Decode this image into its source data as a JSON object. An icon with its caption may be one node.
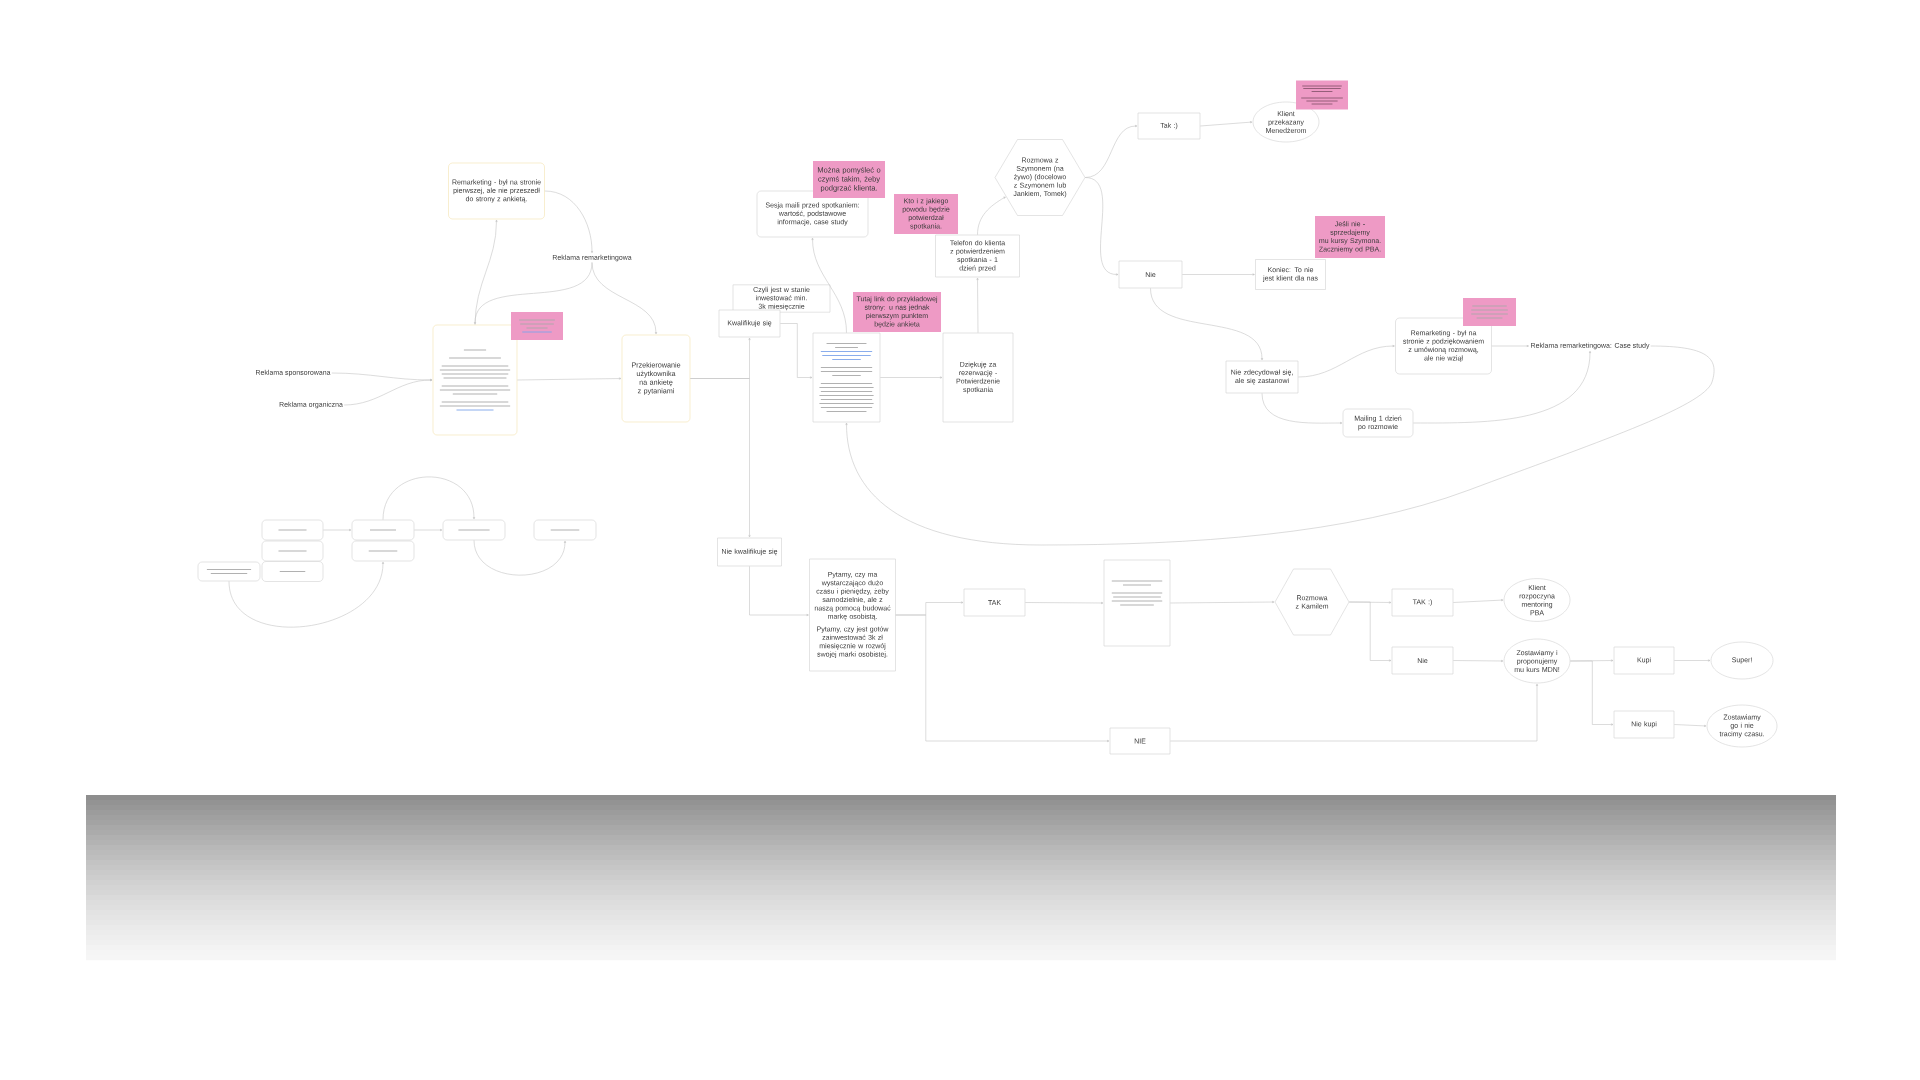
{
  "diagram": {
    "nodes": [
      {
        "text": [
          "Reklama sponsorowana"
        ]
      },
      {
        "text": [
          "Reklama organiczna"
        ]
      },
      {
        "text": [
          "Remarketing - był na stronie pierwszej, ale nie przeszedł do strony z ankietą."
        ]
      },
      {
        "text": [
          "Reklama remarketingowa"
        ]
      },
      {
        "text": [],
        "shape": "box"
      },
      {
        "text": [],
        "shape": "box"
      },
      {
        "text": [
          "Przekierowanie użytkownika na ankietę z pytaniami"
        ]
      },
      {
        "text": [
          "Czyli jest w stanie inwestować min. 3k miesięcznie"
        ]
      },
      {
        "text": [
          "Kwalifikuje się"
        ]
      },
      {
        "text": [
          "Nie kwalifikuje się"
        ]
      },
      {
        "text": [
          "Można pomyśleć o czymś takim, żeby podgrzać klienta."
        ]
      },
      {
        "text": [
          "Sesja maili przed spotkaniem: wartość, podstawowe informacje, case study"
        ]
      },
      {
        "text": [
          "Tutaj link do przykładowej strony: u nas jednak pierwszym punktem będzie ankieta"
        ]
      },
      {
        "text": [],
        "shape": "box"
      },
      {
        "text": [
          "Kto i z jakiego powodu będzie potwierdzał spotkania."
        ]
      },
      {
        "text": [
          "Telefon do klienta z potwierdzeniem spotkania - 1 dzień przed"
        ]
      },
      {
        "text": [
          "Dziękuję za rezerwację - Potwierdzenie spotkania"
        ]
      },
      {
        "text": [
          "Rozmowa z Szymonem (na żywo) (docelowo z Szymonem lub Jankiem, Tomek)"
        ]
      },
      {
        "text": [
          "Tak :)"
        ]
      },
      {
        "text": [
          "Klient przekazany Menedżerom"
        ]
      },
      {
        "text": [],
        "shape": "box"
      },
      {
        "text": [
          "Nie"
        ]
      },
      {
        "text": [
          "Koniec: To nie jest klient dla nas"
        ]
      },
      {
        "text": [
          "Jeśli nie - sprzedajemy mu kursy Szymona. Zaczniemy od PBA."
        ]
      },
      {
        "text": [
          "Nie zdecydował się, ale się zastanowi"
        ]
      },
      {
        "text": [
          "Remarketing - był na stronie z podziękowaniem z umówioną rozmową, ale nie wziął"
        ]
      },
      {
        "text": [],
        "shape": "box"
      },
      {
        "text": [
          "Reklama remarketingowa: Case study"
        ]
      },
      {
        "text": [
          "Mailing 1 dzień po rozmowie"
        ]
      },
      {
        "text": [],
        "shape": "box"
      },
      {
        "text": [],
        "shape": "box"
      },
      {
        "text": [],
        "shape": "box"
      },
      {
        "text": [],
        "shape": "box"
      },
      {
        "text": [],
        "shape": "box"
      },
      {
        "text": [],
        "shape": "box"
      },
      {
        "text": [],
        "shape": "box"
      },
      {
        "text": [],
        "shape": "box"
      },
      {
        "text": [
          "Pytamy, czy ma wystarczająco dużo czasu i pieniędzy, żeby samodzielnie, ale z naszą pomocą budować markę osobistą.",
          "Pytamy, czy jest gotów zainwestować 3k zł miesięcznie w rozwój swojej marki osobistej."
        ]
      },
      {
        "text": [
          "TAK"
        ]
      },
      {
        "text": [
          "NIE"
        ]
      },
      {
        "text": [],
        "shape": "box"
      },
      {
        "text": [
          "Rozmowa z Kamilem"
        ]
      },
      {
        "text": [
          "TAK :)"
        ]
      },
      {
        "text": [
          "Nie"
        ]
      },
      {
        "text": [
          "Klient rozpoczyna mentoring PBA"
        ]
      },
      {
        "text": [
          "Zostawiamy i proponujemy mu kurs MDN!"
        ]
      },
      {
        "text": [
          "Kupi"
        ]
      },
      {
        "text": [
          "Nie kupi"
        ]
      },
      {
        "text": [
          "Super!"
        ]
      },
      {
        "text": [
          "Zostawiamy go i nie tracimy czasu."
        ]
      }
    ],
    "edges": [
      {
        "from": 0,
        "to": 4,
        "arrow": "to"
      },
      {
        "from": 1,
        "to": 4,
        "arrow": "to"
      },
      {
        "from": 2,
        "to": 3,
        "arrow": "to"
      },
      {
        "from": 3,
        "to": 4,
        "arrow": "to"
      },
      {
        "from": 3,
        "to": 6,
        "arrow": "to"
      },
      {
        "from": 4,
        "to": 2,
        "arrow": "to"
      },
      {
        "from": 4,
        "to": 6,
        "arrow": "to"
      },
      {
        "from": 6,
        "to": 8,
        "arrow": "to"
      },
      {
        "from": 6,
        "to": 9,
        "arrow": "to"
      },
      {
        "from": 8,
        "to": 13,
        "arrow": "to"
      },
      {
        "from": 13,
        "to": 11,
        "arrow": "to"
      },
      {
        "from": 13,
        "to": 16,
        "arrow": "to"
      },
      {
        "from": 16,
        "to": 15,
        "arrow": "to"
      },
      {
        "from": 15,
        "to": 17,
        "arrow": "to"
      },
      {
        "from": 17,
        "to": 18,
        "arrow": "to"
      },
      {
        "from": 18,
        "to": 19,
        "arrow": "to"
      },
      {
        "from": 17,
        "to": 21,
        "arrow": "to"
      },
      {
        "from": 21,
        "to": 22,
        "arrow": "to"
      },
      {
        "from": 21,
        "to": 24,
        "arrow": "to"
      },
      {
        "from": 24,
        "to": 25,
        "arrow": "to"
      },
      {
        "from": 24,
        "to": 28,
        "arrow": "to"
      },
      {
        "from": 25,
        "to": 27,
        "arrow": "to"
      },
      {
        "from": 28,
        "to": 27,
        "arrow": "to"
      },
      {
        "from": 27,
        "to": 13,
        "arrow": "to"
      },
      {
        "from": 9,
        "to": 37,
        "arrow": "to"
      },
      {
        "from": 37,
        "to": 38,
        "arrow": "to"
      },
      {
        "from": 37,
        "to": 39,
        "arrow": "to"
      },
      {
        "from": 38,
        "to": 40,
        "arrow": "to"
      },
      {
        "from": 40,
        "to": 41,
        "arrow": "to"
      },
      {
        "from": 41,
        "to": 42,
        "arrow": "to"
      },
      {
        "from": 41,
        "to": 43,
        "arrow": "to"
      },
      {
        "from": 42,
        "to": 44,
        "arrow": "to"
      },
      {
        "from": 43,
        "to": 45,
        "arrow": "to"
      },
      {
        "from": 39,
        "to": 45,
        "arrow": "to"
      },
      {
        "from": 45,
        "to": 46,
        "arrow": "to"
      },
      {
        "from": 45,
        "to": 47,
        "arrow": "to"
      },
      {
        "from": 46,
        "to": 48,
        "arrow": "to"
      },
      {
        "from": 47,
        "to": 49,
        "arrow": "to"
      },
      {
        "from": 30,
        "to": 33,
        "arrow": "to"
      },
      {
        "from": 33,
        "to": 35,
        "arrow": "to"
      },
      {
        "from": 33,
        "to": 35,
        "arrow": "to"
      },
      {
        "from": 35,
        "to": 36,
        "arrow": "to"
      },
      {
        "from": 29,
        "to": 34,
        "arrow": "to"
      }
    ]
  }
}
